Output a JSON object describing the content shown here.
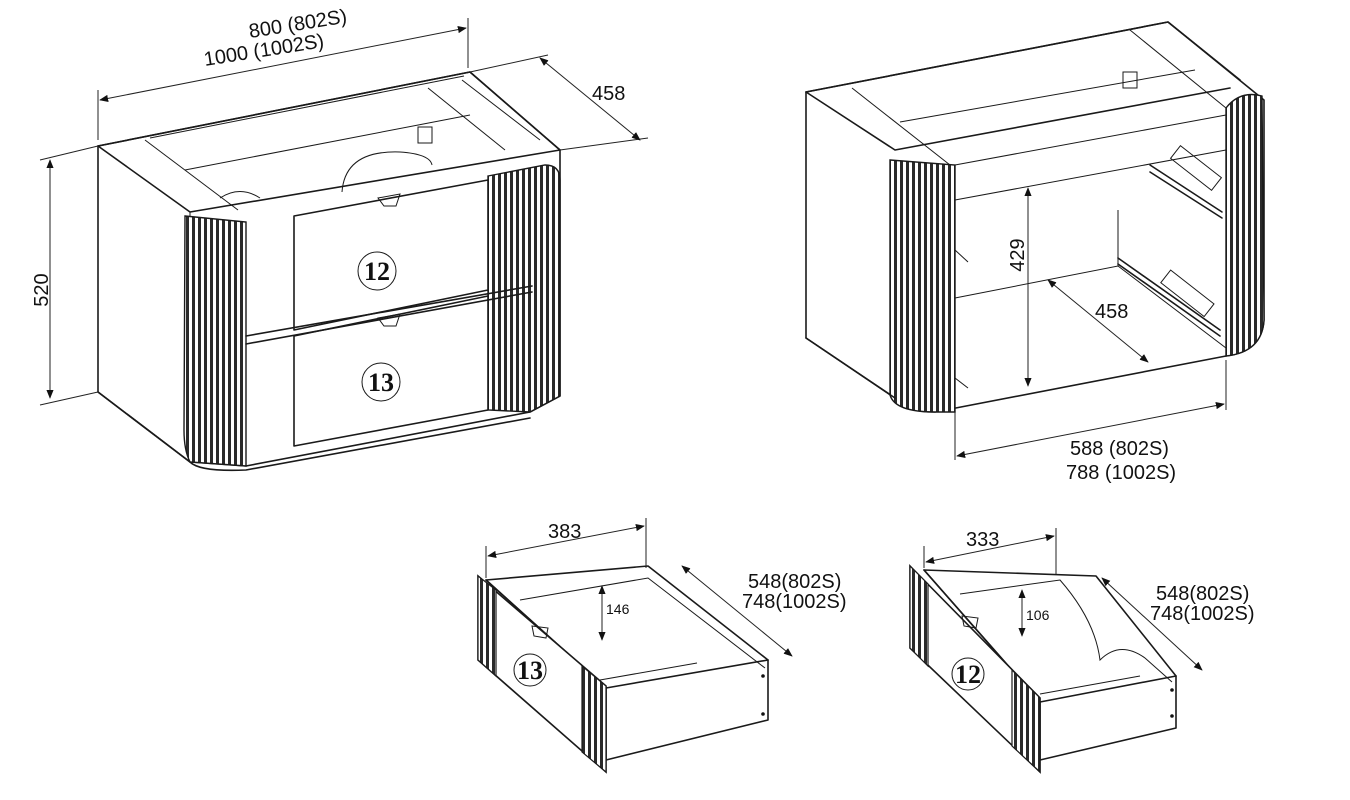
{
  "diagram": {
    "dimensions": {
      "cabinet_width": {
        "line1": "800 (802S)",
        "line2": "1000 (1002S)"
      },
      "cabinet_depth": "458",
      "cabinet_height": "520",
      "inner_height": "429",
      "inner_depth": "458",
      "inner_width": {
        "line1": "588 (802S)",
        "line2": "788 (1002S)"
      },
      "drawer13_width": "383",
      "drawer13_height": "146",
      "drawer13_length": {
        "line1": "548(802S)",
        "line2": "748(1002S)"
      },
      "drawer12_width": "333",
      "drawer12_height": "106",
      "drawer12_length": {
        "line1": "548(802S)",
        "line2": "748(1002S)"
      }
    },
    "parts": {
      "top_drawer": "12",
      "bottom_drawer": "13"
    }
  }
}
